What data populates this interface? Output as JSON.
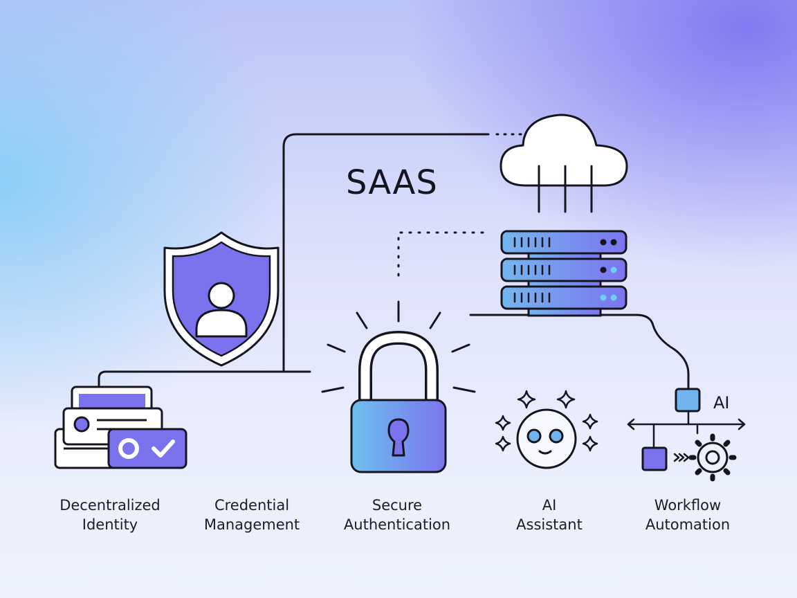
{
  "title": "SAAS",
  "badge": "AI",
  "labels": [
    {
      "line1": "Decentralized",
      "line2": "Identity"
    },
    {
      "line1": "Credential",
      "line2": "Management"
    },
    {
      "line1": "Secure",
      "line2": "Authentication"
    },
    {
      "line1": "AI",
      "line2": "Assistant"
    },
    {
      "line1": "Workflow",
      "line2": "Automation"
    }
  ],
  "icons": [
    "cloud-icon",
    "server-rack-icon",
    "shield-user-icon",
    "id-cards-icon",
    "padlock-icon",
    "ai-face-icon",
    "workflow-icon",
    "gear-icon"
  ],
  "colors": {
    "accent": "#7b72ee",
    "line": "#15151f",
    "blue": "#6fb4ee"
  }
}
